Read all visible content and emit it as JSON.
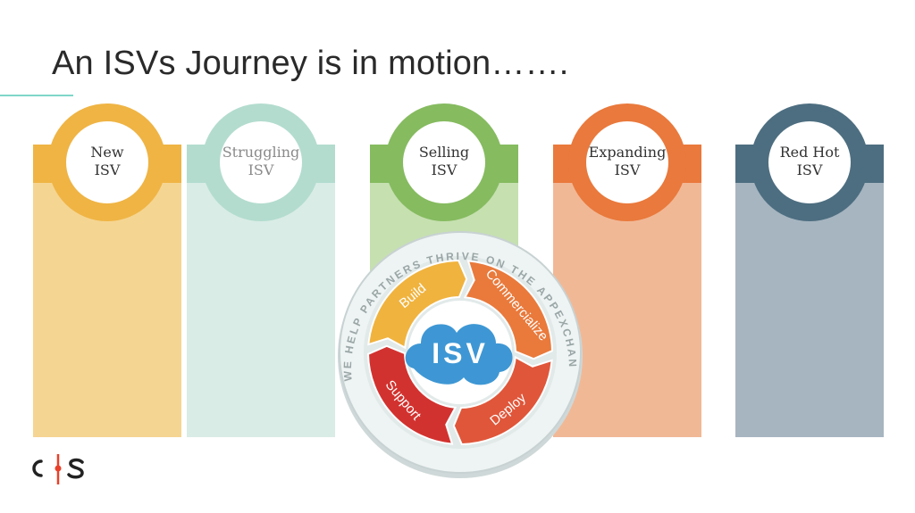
{
  "slide": {
    "title": "An ISVs Journey is in motion……."
  },
  "stages": [
    {
      "line1": "New",
      "line2": "ISV",
      "color": "#efb444",
      "light": "#f5d592",
      "text_color": "#333333"
    },
    {
      "line1": "Struggling",
      "line2": "ISV",
      "color": "#b3dccf",
      "light": "#d9ece6",
      "text_color": "#8a8a8a"
    },
    {
      "line1": "Selling",
      "line2": "ISV",
      "color": "#86bb60",
      "light": "#c6e0b0",
      "text_color": "#333333"
    },
    {
      "line1": "Expanding",
      "line2": "ISV",
      "color": "#e9793c",
      "light": "#f1b896",
      "text_color": "#333333"
    },
    {
      "line1": "Red Hot",
      "line2": "ISV",
      "color": "#4d6e80",
      "light": "#a6b5c0",
      "text_color": "#333333"
    }
  ],
  "cycle": {
    "center_label": "ISV",
    "ring_text": "WE HELP PARTNERS THRIVE ON THE APPEXCHANGE",
    "segments": [
      {
        "label": "Build",
        "color": "#f0b33e"
      },
      {
        "label": "Commercialize",
        "color": "#e97a3c"
      },
      {
        "label": "Deploy",
        "color": "#e0563a"
      },
      {
        "label": "Support",
        "color": "#d2322f"
      }
    ],
    "cloud_color": "#3e97d4"
  },
  "logo": {
    "letters": "C|S",
    "dot_color": "#e8402a"
  }
}
